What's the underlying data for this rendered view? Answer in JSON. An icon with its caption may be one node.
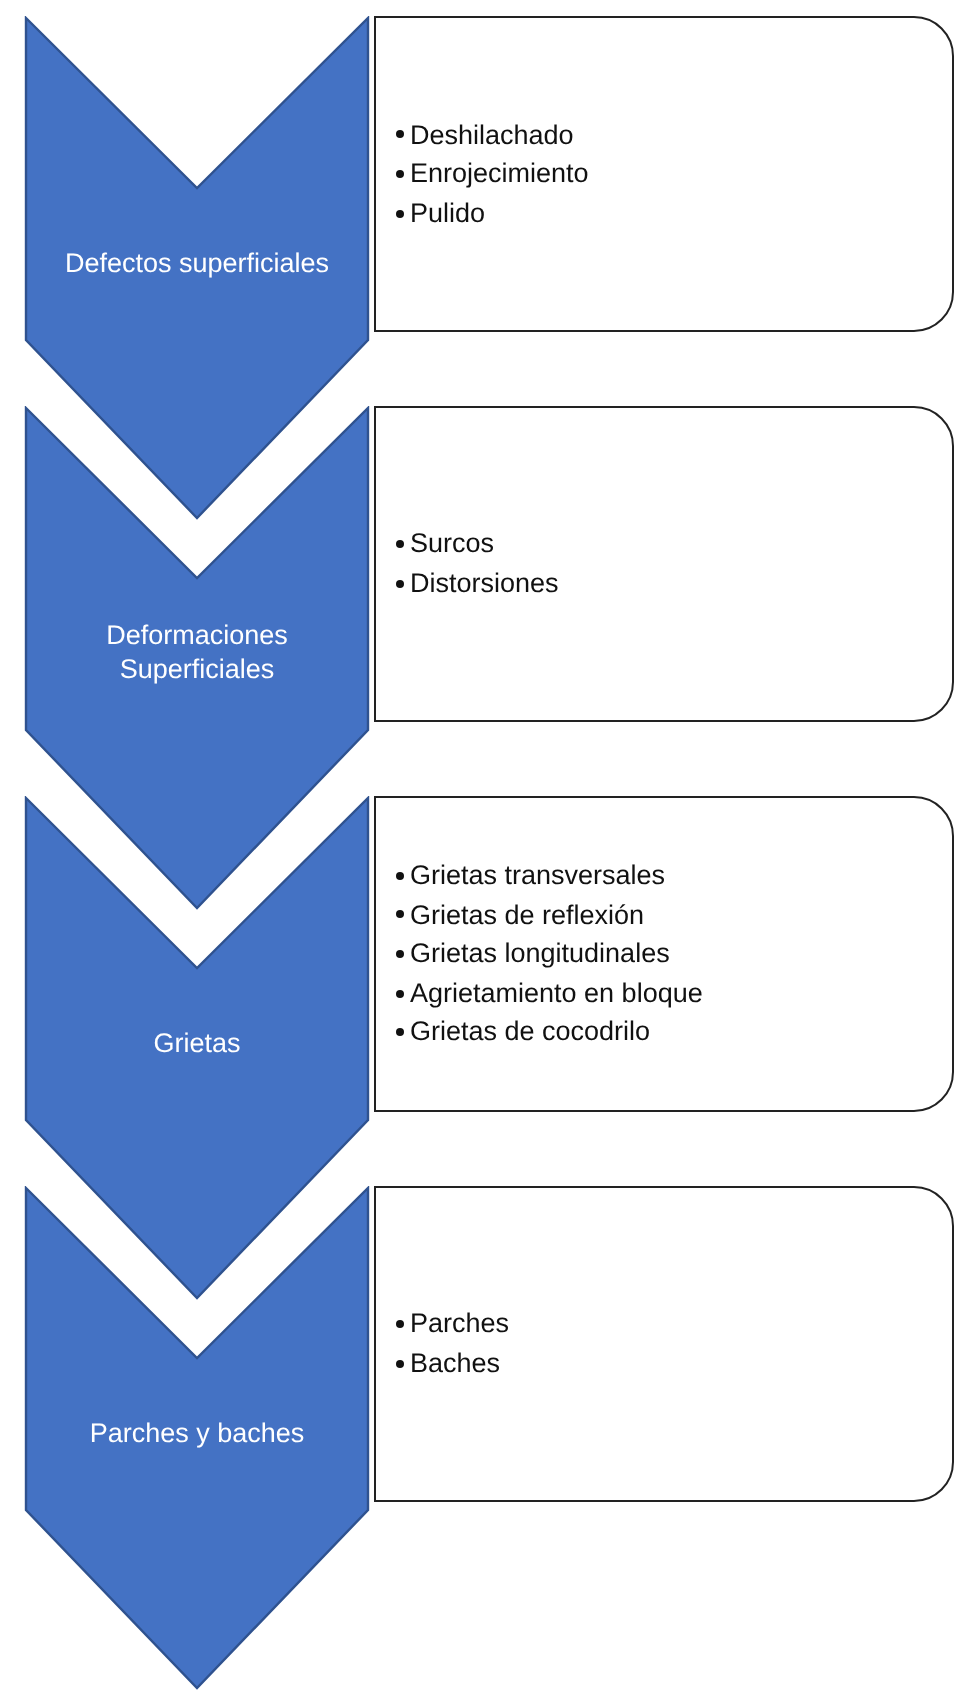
{
  "diagram": {
    "nodes": [
      {
        "text": [
          "Defectos superficiales"
        ]
      },
      {
        "text": [
          "Deshilachado",
          "Enrojecimiento",
          "Pulido"
        ]
      },
      {
        "text": [
          "Deformaciones Superficiales"
        ]
      },
      {
        "text": [
          "Surcos",
          "Distorsiones"
        ]
      },
      {
        "text": [
          "Grietas"
        ]
      },
      {
        "text": [
          "Grietas transversales",
          "Grietas de reflexión",
          "Grietas longitudinales",
          "Agrietamiento en bloque",
          "Grietas de cocodrilo"
        ]
      },
      {
        "text": [
          "Parches y baches"
        ]
      },
      {
        "text": [
          "Parches",
          "Baches"
        ]
      }
    ]
  }
}
